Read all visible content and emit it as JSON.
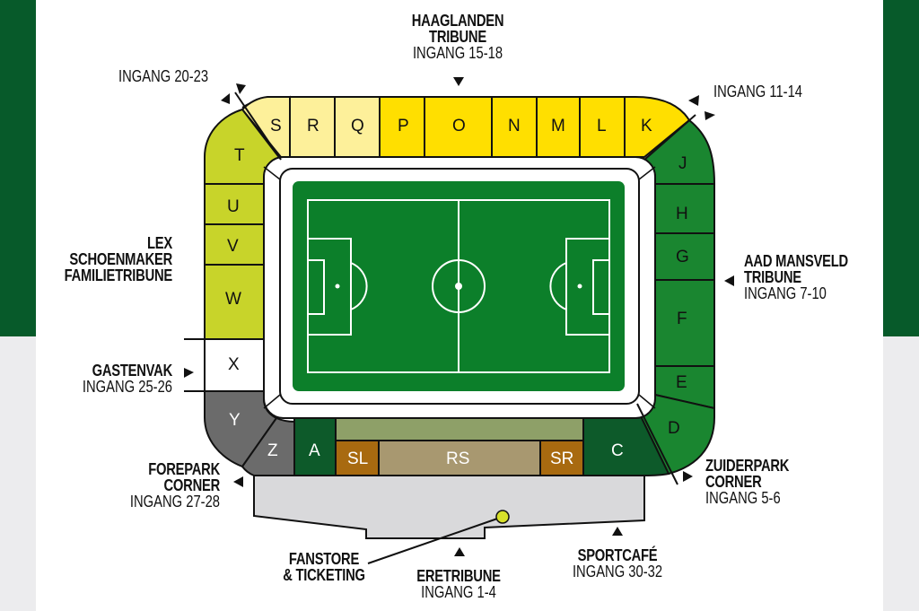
{
  "stands": {
    "north": {
      "name_line1": "HAAGLANDEN",
      "name_line2": "TRIBUNE",
      "entrance": "INGANG 15-18"
    },
    "west": {
      "name_line1": "LEX",
      "name_line2": "SCHOENMAKER",
      "name_line3": "FAMILIETRIBUNE"
    },
    "east": {
      "name_line1": "AAD MANSVELD",
      "name_line2": "TRIBUNE",
      "entrance": "INGANG 7-10"
    },
    "south": {
      "name": "ERETRIBUNE",
      "entrance": "INGANG 1-4"
    },
    "away": {
      "name": "GASTENVAK",
      "entrance": "INGANG 25-26"
    },
    "forepark": {
      "name_line1": "FOREPARK",
      "name_line2": "CORNER",
      "entrance": "INGANG 27-28"
    },
    "zuiderpark": {
      "name_line1": "ZUIDERPARK",
      "name_line2": "CORNER",
      "entrance": "INGANG 5-6"
    }
  },
  "entrances": {
    "nw": "INGANG 20-23",
    "ne": "INGANG 11-14"
  },
  "facilities": {
    "fanstore_line1": "FANSTORE",
    "fanstore_line2": "& TICKETING",
    "sportcafe": "SPORTCAFÉ",
    "sportcafe_entrance": "INGANG 30-32"
  },
  "sections": {
    "S": "S",
    "R": "R",
    "Q": "Q",
    "P": "P",
    "O": "O",
    "N": "N",
    "M": "M",
    "L": "L",
    "K": "K",
    "J": "J",
    "H": "H",
    "G": "G",
    "F": "F",
    "E": "E",
    "D": "D",
    "C": "C",
    "A": "A",
    "SL": "SL",
    "RS": "RS",
    "SR": "SR",
    "Z": "Z",
    "Y": "Y",
    "X": "X",
    "W": "W",
    "V": "V",
    "U": "U",
    "T": "T"
  },
  "colors": {
    "brand_green": "#075a2a",
    "pitch": "#0c7f2a",
    "east_stand": "#1a8630",
    "dark_green": "#0d5a2a",
    "yellow": "#ffdf00",
    "light_yellow": "#fdf09a",
    "lime": "#c8d42a",
    "grey": "#6b6b6b",
    "brown": "#a86a10",
    "tan": "#a89870",
    "olive": "#8ea068",
    "concourse": "#d9d9db"
  }
}
